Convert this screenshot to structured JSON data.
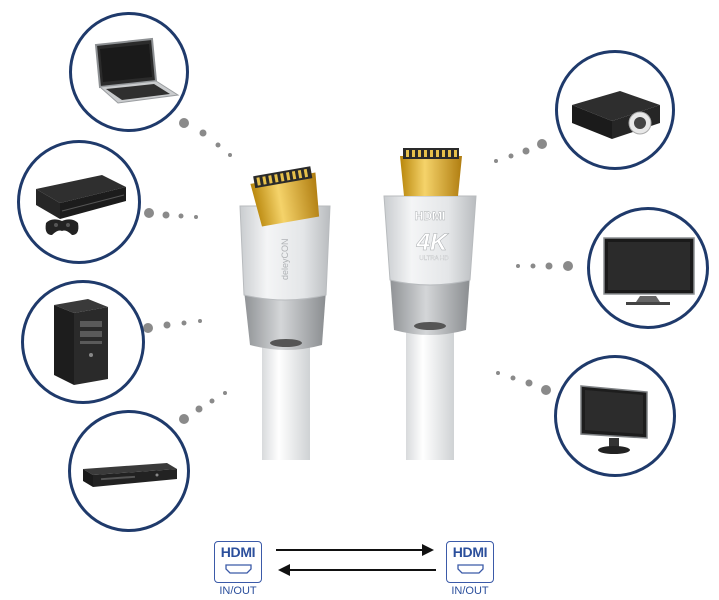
{
  "logo": {
    "hdmi_text": "HDMI",
    "badge_4k": "4K",
    "badge_sub": "ULTRA HD",
    "brand_text": "deleyCON"
  },
  "devices_left": [
    {
      "name": "laptop-icon"
    },
    {
      "name": "game-console-icon"
    },
    {
      "name": "desktop-pc-icon"
    },
    {
      "name": "blu-ray-player-icon"
    }
  ],
  "devices_right": [
    {
      "name": "projector-icon"
    },
    {
      "name": "tv-icon"
    },
    {
      "name": "monitor-icon"
    }
  ],
  "ports": [
    {
      "label": "HDMI",
      "io": "IN/OUT"
    },
    {
      "label": "HDMI",
      "io": "IN/OUT"
    }
  ],
  "colors": {
    "circle_border": "#1f3a6b",
    "dots": "#8a8a8a",
    "hdmi_blue": "#2b4f9c",
    "connector_gold": "#d9a521"
  }
}
